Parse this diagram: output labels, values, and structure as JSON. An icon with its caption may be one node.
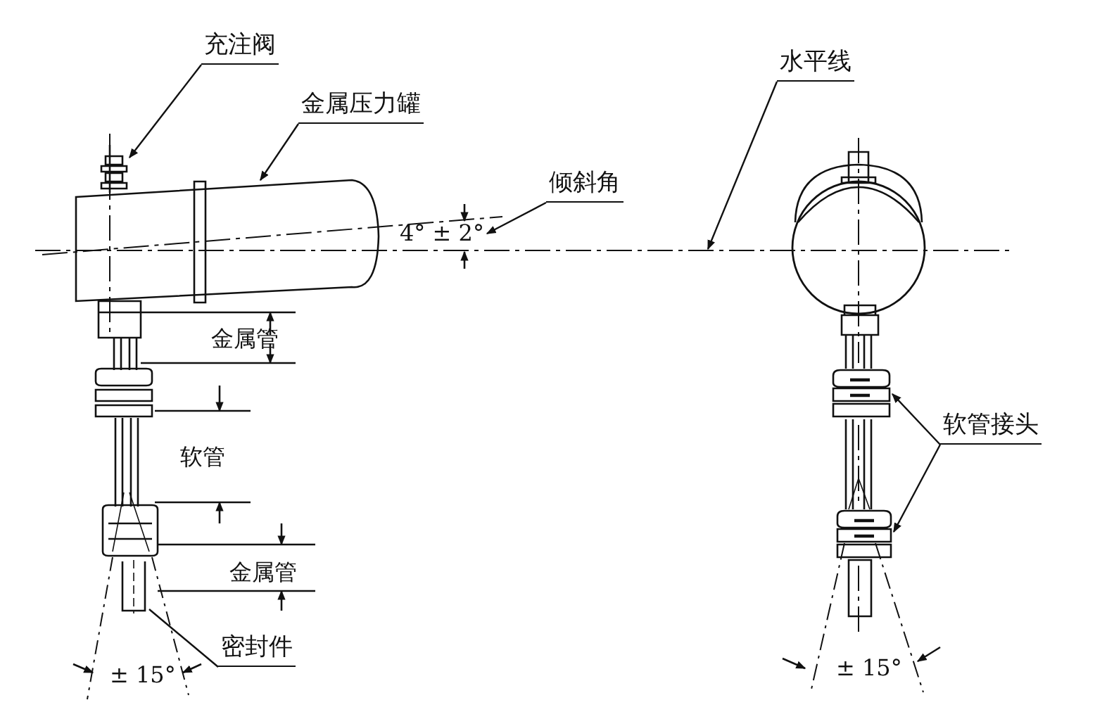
{
  "diagram": {
    "nodes": [
      {
        "text": [
          "充注阀"
        ]
      },
      {
        "text": [],
        "shape": "picture"
      },
      {
        "text": [
          "金属压力罐"
        ]
      },
      {
        "text": [],
        "shape": "picture"
      },
      {
        "text": [
          "倾斜角"
        ]
      },
      {
        "text": [
          "水平线"
        ]
      },
      {
        "text": [
          "软管接头"
        ]
      },
      {
        "text": [],
        "shape": "picture"
      },
      {
        "text": [],
        "shape": "picture"
      },
      {
        "text": [
          "密封件"
        ]
      },
      {
        "text": [],
        "shape": "picture"
      },
      {
        "text": [
          "4° ± 2°"
        ]
      }
    ],
    "edges": [
      {
        "from": 0,
        "to": 1,
        "arrow": "to"
      },
      {
        "from": 2,
        "to": 3,
        "arrow": "to"
      },
      {
        "from": 4,
        "to": 11,
        "arrow": "to"
      },
      {
        "from": 5,
        "to": null,
        "arrow": "to"
      },
      {
        "from": 6,
        "to": 7,
        "arrow": "to"
      },
      {
        "from": 6,
        "to": 8,
        "arrow": "to"
      },
      {
        "from": 9,
        "to": 10,
        "arrow": "none"
      }
    ],
    "labels": [
      "金属管",
      "软管",
      "金属管",
      "± 15°",
      "± 15°"
    ]
  }
}
